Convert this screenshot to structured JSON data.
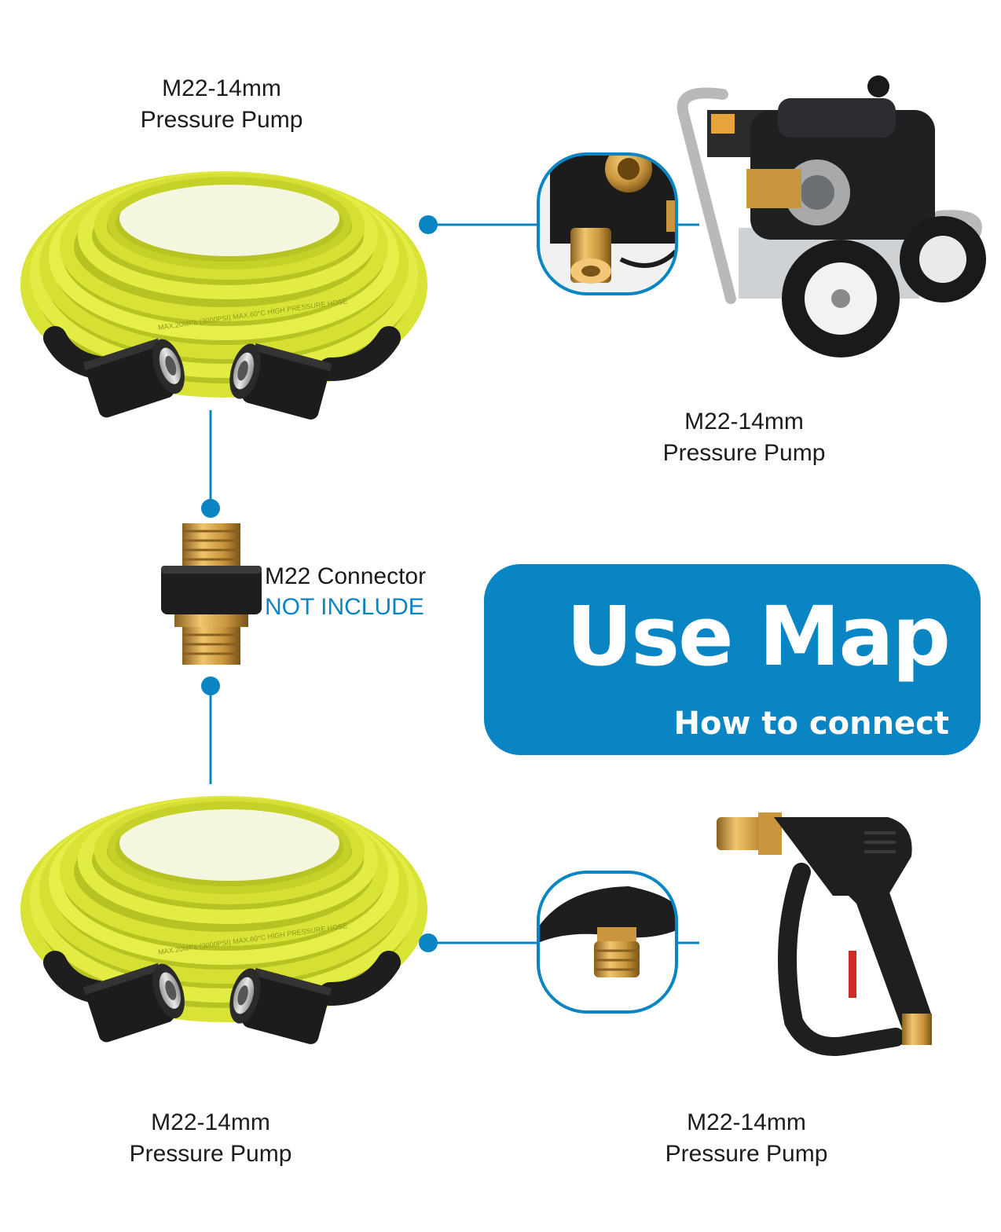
{
  "labels": {
    "top_hose": {
      "line1": "M22-14mm",
      "line2": "Pressure Pump"
    },
    "pump": {
      "line1": "M22-14mm",
      "line2": "Pressure Pump"
    },
    "bottom_hose": {
      "line1": "M22-14mm",
      "line2": "Pressure Pump"
    },
    "gun": {
      "line1": "M22-14mm",
      "line2": "Pressure Pump"
    }
  },
  "connector": {
    "line1": "M22 Connector",
    "line2": "NOT INCLUDE"
  },
  "banner": {
    "title": "Use Map",
    "subtitle": "How to connect"
  },
  "hose_print": "MAX.20MPa (3000PSI)  MAX.60°C  HIGH PRESSURE HOSE",
  "colors": {
    "accent": "#0a85c4",
    "hose": "#dfe83a",
    "hose_dark": "#aab81f",
    "fitting": "#1e1e1e",
    "brass": "#c9963e"
  }
}
